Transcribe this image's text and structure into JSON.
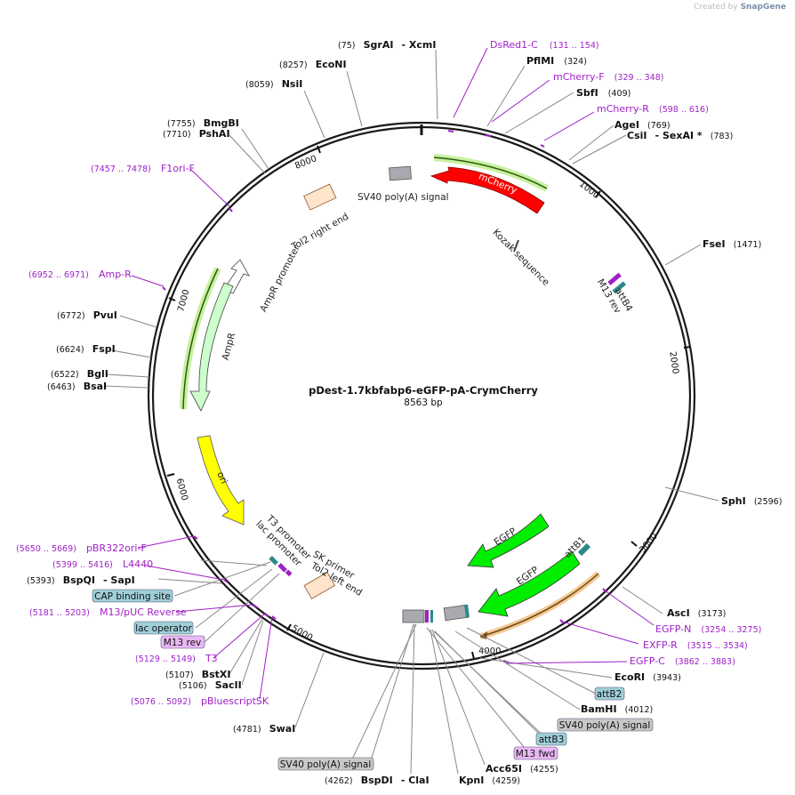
{
  "watermark": {
    "prefix": "Created by",
    "brand": "SnapGene"
  },
  "plasmid": {
    "name": "pDest-1.7kbfabp6-eGFP-pA-CrymCherry",
    "length": "8563 bp"
  },
  "ticks": [
    "1000",
    "2000",
    "3000",
    "4000",
    "5000",
    "6000",
    "7000",
    "8000"
  ],
  "features": {
    "mcherry": "mCherry",
    "sv40_top": "SV40 poly(A) signal",
    "tol2_right": "Tol2 right end",
    "kozak": "Kozak sequence",
    "m13_rev": "M13 rev",
    "attb4": "attB4",
    "amp_promoter": "AmpR promoter",
    "ampr": "AmpR",
    "ori": "ori",
    "egfp1": "EGFP",
    "egfp2": "EGFP",
    "attb1": "attB1",
    "t3_promoter": "T3 promoter",
    "lac_promoter": "lac promoter",
    "sk_primer": "SK primer",
    "tol2_left": "Tol2 left end"
  },
  "sites": {
    "sgrai": {
      "pos": "(75)",
      "name": "SgrAI",
      "extra": "- XcmI"
    },
    "econi": {
      "pos": "(8257)",
      "name": "EcoNI"
    },
    "nsii": {
      "pos": "(8059)",
      "name": "NsiI"
    },
    "bmgbi": {
      "pos": "(7755)",
      "name": "BmgBI"
    },
    "pshai": {
      "pos": "(7710)",
      "name": "PshAI"
    },
    "pvui": {
      "pos": "(6772)",
      "name": "PvuI"
    },
    "fspi": {
      "pos": "(6624)",
      "name": "FspI"
    },
    "bgli": {
      "pos": "(6522)",
      "name": "BglI"
    },
    "bsai": {
      "pos": "(6463)",
      "name": "BsaI"
    },
    "bspqi": {
      "pos": "(5393)",
      "name": "BspQI",
      "extra": "- SapI"
    },
    "bstxi": {
      "pos": "(5107)",
      "name": "BstXI"
    },
    "sacii": {
      "pos": "(5106)",
      "name": "SacII"
    },
    "swai": {
      "pos": "(4781)",
      "name": "SwaI"
    },
    "bspdi": {
      "pos": "(4262)",
      "name": "BspDI",
      "extra": "- ClaI"
    },
    "kpni": {
      "name": "KpnI",
      "pos": "(4259)"
    },
    "acc65i": {
      "name": "Acc65I",
      "pos": "(4255)"
    },
    "bamhi": {
      "name": "BamHI",
      "pos": "(4012)"
    },
    "ecori": {
      "name": "EcoRI",
      "pos": "(3943)"
    },
    "asci": {
      "name": "AscI",
      "pos": "(3173)"
    },
    "sphi": {
      "name": "SphI",
      "pos": "(2596)"
    },
    "fsei": {
      "name": "FseI",
      "pos": "(1471)"
    },
    "agei": {
      "name": "AgeI",
      "pos": "(769)"
    },
    "csii": {
      "name": "CsiI",
      "extra": "- SexAI *",
      "pos": "(783)"
    },
    "sbfi": {
      "name": "SbfI",
      "pos": "(409)"
    },
    "pflmi": {
      "name": "PflMI",
      "pos": "(324)"
    }
  },
  "primers": {
    "dsred1c": {
      "name": "DsRed1-C",
      "pos": "(131 .. 154)"
    },
    "mcherryf": {
      "name": "mCherry-F",
      "pos": "(329 .. 348)"
    },
    "mcherryr": {
      "name": "mCherry-R",
      "pos": "(598 .. 616)"
    },
    "f1orif": {
      "pos": "(7457 .. 7478)",
      "name": "F1ori-F"
    },
    "ampr": {
      "pos": "(6952 .. 6971)",
      "name": "Amp-R"
    },
    "pbr322": {
      "pos": "(5650 .. 5669)",
      "name": "pBR322ori-F"
    },
    "l4440": {
      "pos": "(5399 .. 5416)",
      "name": "L4440"
    },
    "m13puc": {
      "pos": "(5181 .. 5203)",
      "name": "M13/pUC Reverse"
    },
    "t3": {
      "pos": "(5129 .. 5149)",
      "name": "T3"
    },
    "pbluescript": {
      "pos": "(5076 .. 5092)",
      "name": "pBluescriptSK"
    },
    "egfpn": {
      "name": "EGFP-N",
      "pos": "(3254 .. 3275)"
    },
    "exfpr": {
      "name": "EXFP-R",
      "pos": "(3515 .. 3534)"
    },
    "egfpc": {
      "name": "EGFP-C",
      "pos": "(3862 .. 3883)"
    }
  },
  "boxes": {
    "cap": "CAP binding site",
    "lacop": "lac operator",
    "m13rev": "M13 rev",
    "attb2": "attB2",
    "sv40_a": "SV40 poly(A) signal",
    "attb3": "attB3",
    "m13fwd": "M13 fwd",
    "sv40_b": "SV40 poly(A) signal"
  },
  "colors": {
    "mcherry": "#ff0000",
    "egfp": "#00ee00",
    "ori": "#ffff00",
    "ampr": "#ccffcc",
    "tol2": "#ffe4cc",
    "sv40": "#a8aab0",
    "primer": "#a020c8",
    "box_blue": "#9fcfd8",
    "box_purple": "#eab8f5",
    "box_gray": "#c8c8c8"
  }
}
